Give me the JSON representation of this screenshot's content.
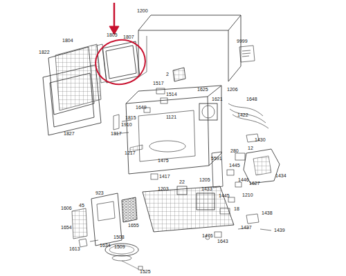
{
  "diagram": {
    "labels": [
      "1200",
      "9999",
      "1805",
      "1807",
      "1804",
      "1822",
      "2",
      "1517",
      "1514",
      "1625",
      "1206",
      "1621",
      "1648",
      "1422",
      "1649",
      "1815",
      "1910",
      "1121",
      "1827",
      "1817",
      "1430",
      "12",
      "1217",
      "280",
      "1475",
      "5591",
      "1445",
      "1434",
      "1417",
      "1205",
      "22",
      "1446",
      "1203",
      "1433",
      "1627",
      "1445",
      "1210",
      "923",
      "45",
      "1606",
      "18",
      "1655",
      "1654",
      "1438",
      "1437",
      "1439",
      "1634",
      "1613",
      "1508",
      "1476",
      "1643",
      "1509",
      "1525"
    ]
  }
}
